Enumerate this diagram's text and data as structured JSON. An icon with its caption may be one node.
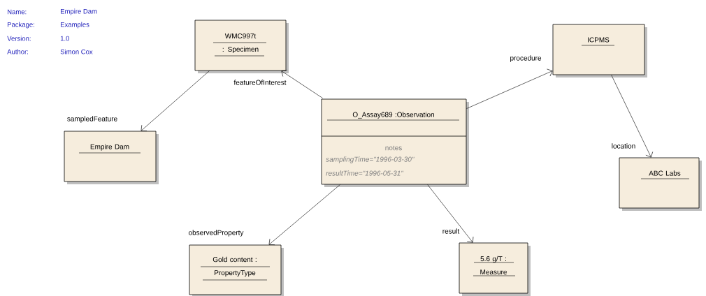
{
  "diagram": {
    "nodes": [
      {
        "text": [
          "WMC997t : Specimen"
        ]
      },
      {
        "text": [
          "ICPMS"
        ]
      },
      {
        "text": [
          "Empire Dam"
        ]
      },
      {
        "text": [
          "O_Assay689 :Observation",
          "notes",
          "samplingTime=\"1996-03-30\"",
          "resultTime=\"1996-05-31\""
        ]
      },
      {
        "text": [
          "ABC Labs"
        ]
      },
      {
        "text": [
          "Gold content : PropertyType"
        ]
      },
      {
        "text": [
          "5.6 g/T : Measure"
        ]
      }
    ],
    "edges": [
      {
        "from": 3,
        "to": 0,
        "arrow": "to",
        "label": "featureOfInterest"
      },
      {
        "from": 0,
        "to": 2,
        "arrow": "to",
        "label": "sampledFeature"
      },
      {
        "from": 3,
        "to": 1,
        "arrow": "to",
        "label": "procedure"
      },
      {
        "from": 1,
        "to": 4,
        "arrow": "to",
        "label": "location"
      },
      {
        "from": 3,
        "to": 5,
        "arrow": "to",
        "label": "observedProperty"
      },
      {
        "from": 3,
        "to": 6,
        "arrow": "to",
        "label": "result"
      }
    ],
    "labels": [
      "Name:",
      "Empire Dam",
      "Package:",
      "Examples",
      "Version:",
      "1.0",
      "Author:",
      "Simon Cox"
    ]
  }
}
